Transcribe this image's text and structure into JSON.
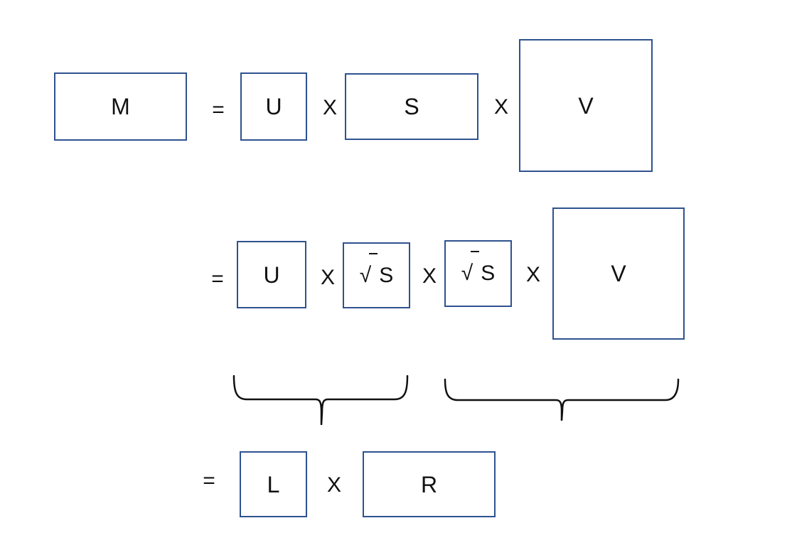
{
  "colors": {
    "background": "#ffffff",
    "box_border": "#2F528F",
    "text": "#111111",
    "brace": "#111111"
  },
  "row1": {
    "m_label": "M",
    "equals": "=",
    "u_label": "U",
    "times1": "X",
    "s_label": "S",
    "times2": "X",
    "v_label": "V"
  },
  "row2": {
    "equals": "=",
    "u_label": "U",
    "times1": "X",
    "sqrt1_radical": "√",
    "sqrt1_letter": "S",
    "times2": "X",
    "sqrt2_radical": "√",
    "sqrt2_letter": "S",
    "times3": "X",
    "v_label": "V"
  },
  "row3": {
    "equals": "=",
    "l_label": "L",
    "times": "X",
    "r_label": "R"
  }
}
